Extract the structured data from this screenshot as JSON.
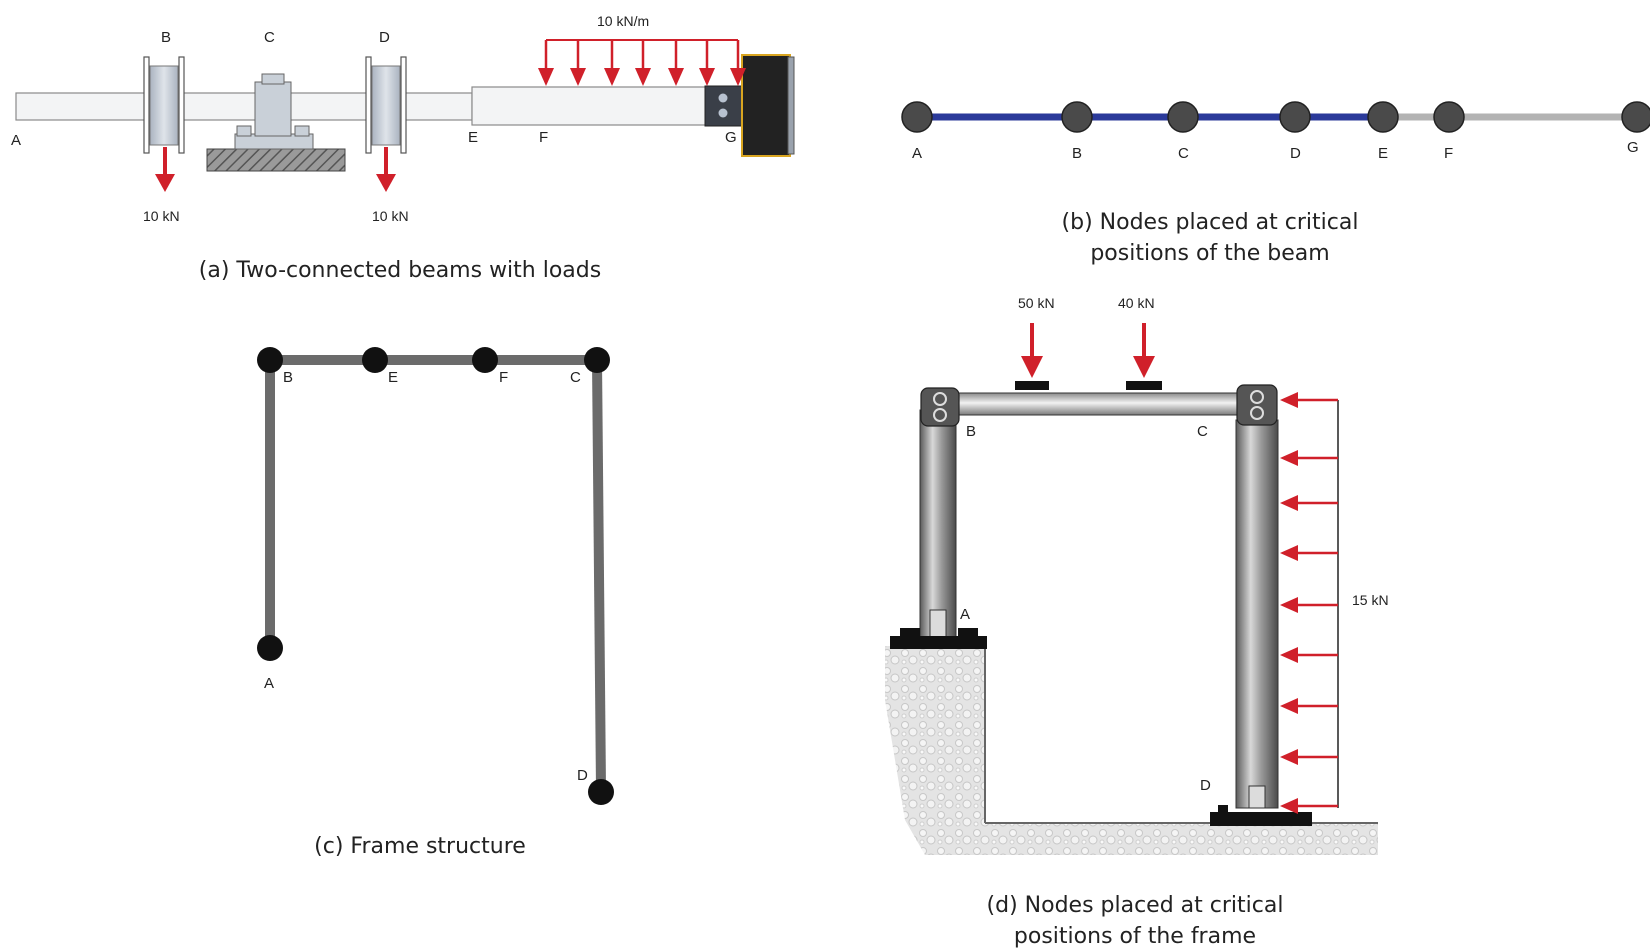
{
  "panel_a": {
    "caption": "(a) Two-connected beams with loads",
    "labels": {
      "a": "A",
      "b": "B",
      "c": "C",
      "d": "D",
      "e": "E",
      "f": "F",
      "g": "G"
    },
    "load_b": "10 kN",
    "load_d": "10 kN",
    "udl": "10 kN/m"
  },
  "panel_b": {
    "caption_line1": "(b) Nodes placed at critical",
    "caption_line2": "positions of the beam",
    "nodes": [
      "A",
      "B",
      "C",
      "D",
      "E",
      "F",
      "G"
    ],
    "colors": {
      "blue_segment": "#2b3a9a",
      "gray_segment": "#b3b3b3",
      "node": "#4a4a4a"
    }
  },
  "panel_c": {
    "caption": "(c) Frame structure",
    "labels": {
      "a": "A",
      "b": "B",
      "c": "C",
      "d": "D",
      "e": "E",
      "f": "F"
    }
  },
  "panel_d": {
    "caption_line1": "(d) Nodes placed at critical",
    "caption_line2": "positions of the frame",
    "labels": {
      "a": "A",
      "b": "B",
      "c": "C",
      "d": "D"
    },
    "load_1": "50 kN",
    "load_2": "40 kN",
    "lateral_load": "15 kN"
  },
  "colors": {
    "load_arrow": "#d0202a",
    "frame_member": "#6b6b6b"
  }
}
